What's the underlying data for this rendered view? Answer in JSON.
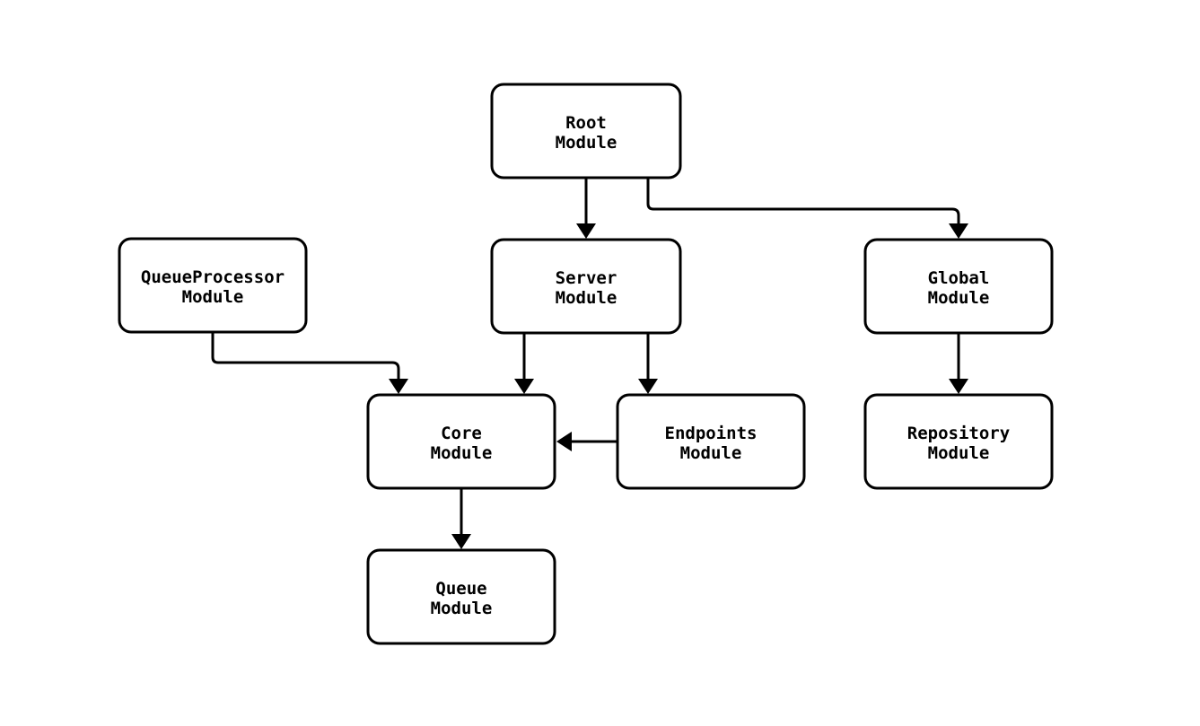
{
  "diagram": {
    "type": "module-dependency-graph",
    "colors": {
      "background": "#ffffff",
      "node_fill": "#ffffff",
      "node_border": "#000000",
      "edge": "#000000",
      "text": "#000000"
    },
    "nodes": {
      "root": {
        "line1": "Root",
        "line2": "Module"
      },
      "queueprocessor": {
        "line1": "QueueProcessor",
        "line2": "Module"
      },
      "server": {
        "line1": "Server",
        "line2": "Module"
      },
      "global": {
        "line1": "Global",
        "line2": "Module"
      },
      "core": {
        "line1": "Core",
        "line2": "Module"
      },
      "endpoints": {
        "line1": "Endpoints",
        "line2": "Module"
      },
      "repository": {
        "line1": "Repository",
        "line2": "Module"
      },
      "queue": {
        "line1": "Queue",
        "line2": "Module"
      }
    },
    "edges": [
      {
        "from": "Root Module",
        "to": "Server Module"
      },
      {
        "from": "Root Module",
        "to": "Global Module"
      },
      {
        "from": "QueueProcessor Module",
        "to": "Core Module"
      },
      {
        "from": "Server Module",
        "to": "Core Module"
      },
      {
        "from": "Server Module",
        "to": "Endpoints Module"
      },
      {
        "from": "Global Module",
        "to": "Repository Module"
      },
      {
        "from": "Endpoints Module",
        "to": "Core Module"
      },
      {
        "from": "Core Module",
        "to": "Queue Module"
      }
    ]
  }
}
